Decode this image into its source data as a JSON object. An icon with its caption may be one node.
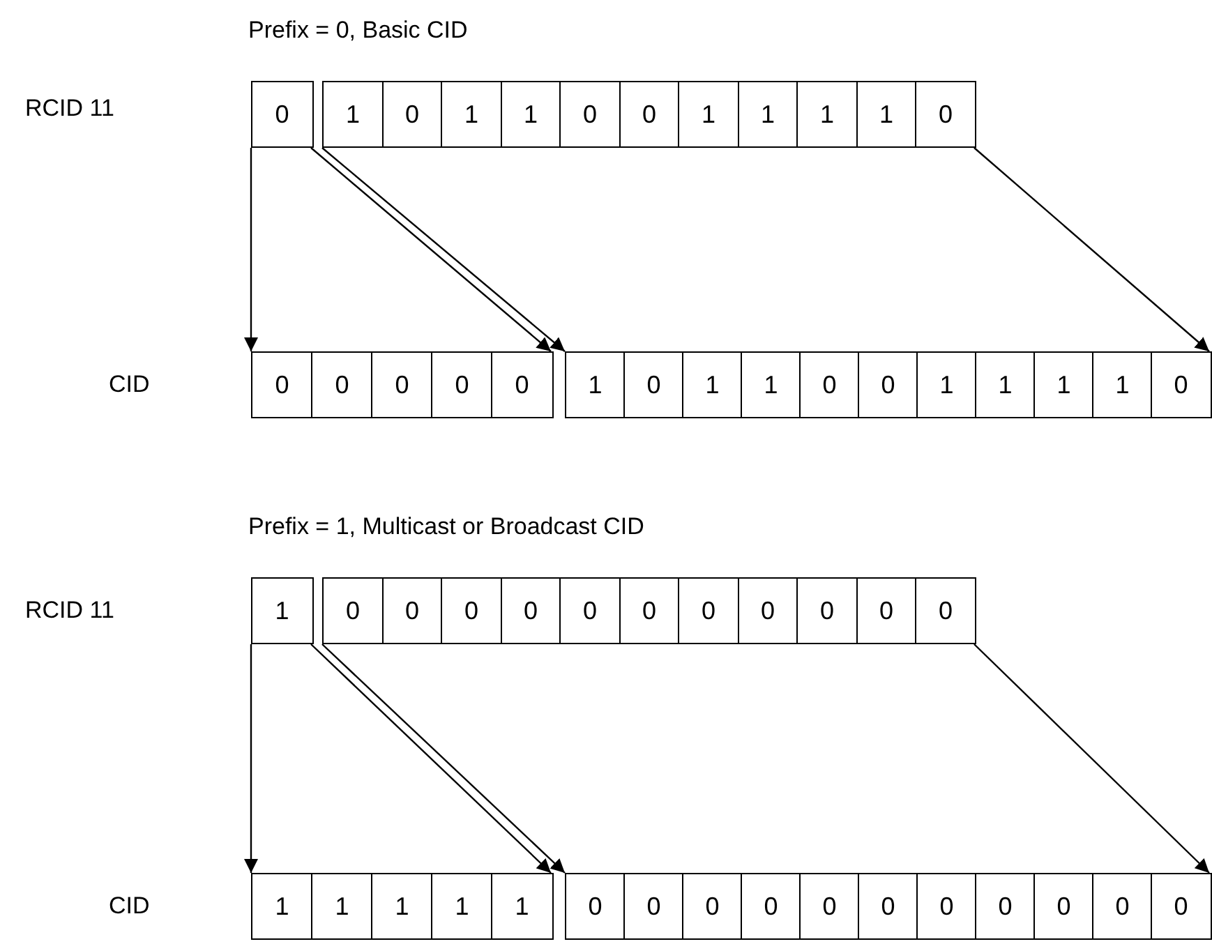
{
  "diagram": {
    "nodes": [
      {
        "text": [
          "0"
        ]
      },
      {
        "text": [
          "1"
        ]
      },
      {
        "text": [
          "0"
        ]
      },
      {
        "text": [
          "1"
        ]
      },
      {
        "text": [
          "1"
        ]
      },
      {
        "text": [
          "0"
        ]
      },
      {
        "text": [
          "0"
        ]
      },
      {
        "text": [
          "1"
        ]
      },
      {
        "text": [
          "1"
        ]
      },
      {
        "text": [
          "1"
        ]
      },
      {
        "text": [
          "1"
        ]
      },
      {
        "text": [
          "0"
        ]
      },
      {
        "text": [
          "0"
        ]
      },
      {
        "text": [
          "0"
        ]
      },
      {
        "text": [
          "0"
        ]
      },
      {
        "text": [
          "0"
        ]
      },
      {
        "text": [
          "0"
        ]
      },
      {
        "text": [
          "1"
        ]
      },
      {
        "text": [
          "0"
        ]
      },
      {
        "text": [
          "1"
        ]
      },
      {
        "text": [
          "1"
        ]
      },
      {
        "text": [
          "0"
        ]
      },
      {
        "text": [
          "0"
        ]
      },
      {
        "text": [
          "1"
        ]
      },
      {
        "text": [
          "1"
        ]
      },
      {
        "text": [
          "1"
        ]
      },
      {
        "text": [
          "1"
        ]
      },
      {
        "text": [
          "0"
        ]
      },
      {
        "text": [
          "1"
        ]
      },
      {
        "text": [
          "0"
        ]
      },
      {
        "text": [
          "0"
        ]
      },
      {
        "text": [
          "0"
        ]
      },
      {
        "text": [
          "0"
        ]
      },
      {
        "text": [
          "0"
        ]
      },
      {
        "text": [
          "0"
        ]
      },
      {
        "text": [
          "0"
        ]
      },
      {
        "text": [
          "0"
        ]
      },
      {
        "text": [
          "0"
        ]
      },
      {
        "text": [
          "0"
        ]
      },
      {
        "text": [
          "0"
        ]
      },
      {
        "text": [
          "1"
        ]
      },
      {
        "text": [
          "1"
        ]
      },
      {
        "text": [
          "1"
        ]
      },
      {
        "text": [
          "1"
        ]
      },
      {
        "text": [
          "1"
        ]
      },
      {
        "text": [
          "0"
        ]
      },
      {
        "text": [
          "0"
        ]
      },
      {
        "text": [
          "0"
        ]
      },
      {
        "text": [
          "0"
        ]
      },
      {
        "text": [
          "0"
        ]
      },
      {
        "text": [
          "0"
        ]
      },
      {
        "text": [
          "0"
        ]
      },
      {
        "text": [
          "0"
        ]
      },
      {
        "text": [
          "0"
        ]
      },
      {
        "text": [
          "0"
        ]
      },
      {
        "text": [
          "0"
        ]
      }
    ],
    "edges": [
      {
        "from": 0,
        "to": 12,
        "arrow": "to"
      },
      {
        "from": 0,
        "to": 16,
        "arrow": "to"
      },
      {
        "from": 1,
        "to": 17,
        "arrow": "to"
      },
      {
        "from": 11,
        "to": 27,
        "arrow": "to"
      },
      {
        "from": 28,
        "to": 40,
        "arrow": "to"
      },
      {
        "from": 28,
        "to": 44,
        "arrow": "to"
      },
      {
        "from": 29,
        "to": 45,
        "arrow": "to"
      },
      {
        "from": 39,
        "to": 55,
        "arrow": "to"
      }
    ],
    "labels": [
      "Prefix = 0, Basic CID",
      "RCID 11",
      "CID",
      "Prefix = 1, Multicast or Broadcast CID",
      "RCID 11",
      "CID"
    ]
  }
}
